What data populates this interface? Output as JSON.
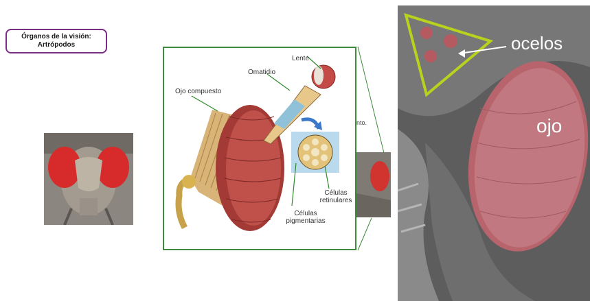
{
  "title": {
    "line1": "Órganos de la visión:",
    "line2": "Artrópodos"
  },
  "diagram": {
    "labels": {
      "lens": "Lente",
      "ommatidium": "Omatidio",
      "compound_eye": "Ojo compuesto",
      "retinular_cells": "Células retinulares",
      "pigment_cells": "Células pigmentarias"
    }
  },
  "cut_text": "nto.",
  "sem": {
    "ocelli_label": "ocelos",
    "eye_label": "ojo"
  },
  "colors": {
    "title_border": "#7a2c86",
    "frame_border": "#3d8a3d",
    "eye_red": "#c0393b",
    "triangle": "#b9d21e"
  }
}
